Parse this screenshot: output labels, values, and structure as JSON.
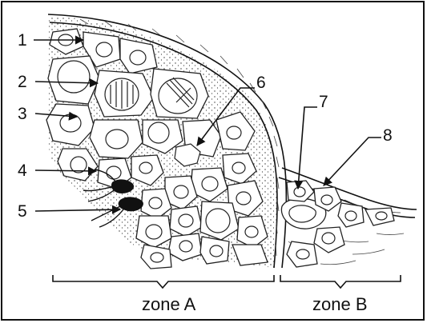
{
  "diagram": {
    "callouts": [
      {
        "id": 1,
        "label": "1"
      },
      {
        "id": 2,
        "label": "2"
      },
      {
        "id": 3,
        "label": "3"
      },
      {
        "id": 4,
        "label": "4"
      },
      {
        "id": 5,
        "label": "5"
      },
      {
        "id": 6,
        "label": "6"
      },
      {
        "id": 7,
        "label": "7"
      },
      {
        "id": 8,
        "label": "8"
      }
    ],
    "zones": {
      "a": "zone A",
      "b": "zone B"
    }
  }
}
